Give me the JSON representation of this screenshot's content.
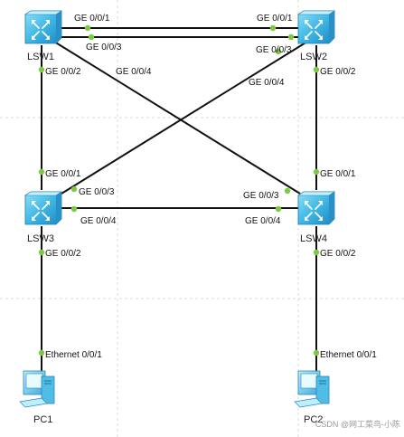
{
  "devices": {
    "lsw1": {
      "label": "LSW1",
      "type": "switch-icon"
    },
    "lsw2": {
      "label": "LSW2",
      "type": "switch-icon"
    },
    "lsw3": {
      "label": "LSW3",
      "type": "switch-icon"
    },
    "lsw4": {
      "label": "LSW4",
      "type": "switch-icon"
    },
    "pc1": {
      "label": "PC1",
      "type": "pc-icon"
    },
    "pc2": {
      "label": "PC2",
      "type": "pc-icon"
    }
  },
  "ports": {
    "lsw1_g1": "GE 0/0/1",
    "lsw1_g3": "GE 0/0/3",
    "lsw1_g2": "GE 0/0/2",
    "lsw1_g4": "GE 0/0/4",
    "lsw2_g1": "GE 0/0/1",
    "lsw2_g3": "GE 0/0/3",
    "lsw2_g4": "GE 0/0/4",
    "lsw2_g2": "GE 0/0/2",
    "lsw3_g1": "GE 0/0/1",
    "lsw3_g3": "GE 0/0/3",
    "lsw3_g4": "GE 0/0/4",
    "lsw3_g2": "GE 0/0/2",
    "lsw4_g1": "GE 0/0/1",
    "lsw4_g3": "GE 0/0/3",
    "lsw4_g4": "GE 0/0/4",
    "lsw4_g2": "GE 0/0/2",
    "pc1_eth": "Ethernet 0/0/1",
    "pc2_eth": "Ethernet 0/0/1"
  },
  "watermark": "CSDN @网工菜鸟-小陈",
  "colors": {
    "link": "#111111",
    "port_dot": "#7ec843",
    "switch": "#3fb7e6",
    "background": "#ffffff"
  }
}
